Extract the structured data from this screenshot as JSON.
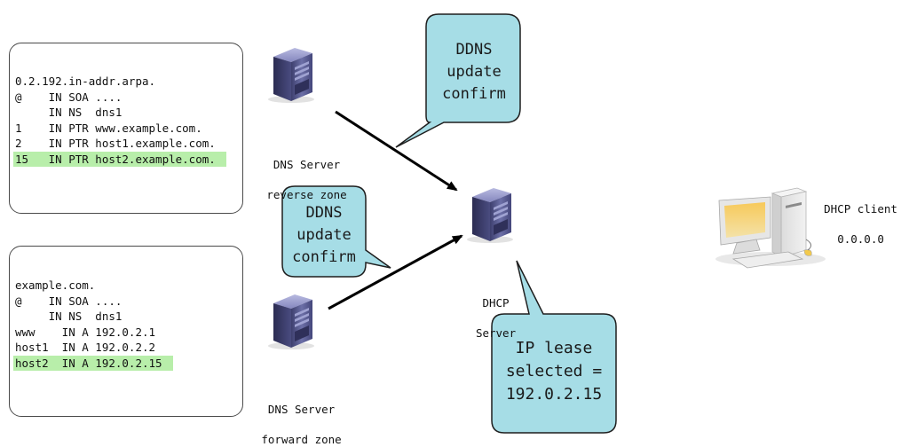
{
  "reverse_zone": {
    "lines": [
      "0.2.192.in-addr.arpa.",
      "@    IN SOA ....",
      "     IN NS  dns1",
      "1    IN PTR www.example.com.",
      "2    IN PTR host1.example.com.",
      "15   IN PTR host2.example.com."
    ],
    "highlight_index": 5
  },
  "forward_zone": {
    "lines": [
      "example.com.",
      "@    IN SOA ....",
      "     IN NS  dns1",
      "www    IN A 192.0.2.1",
      "host1  IN A 192.0.2.2",
      "host2  IN A 192.0.2.15"
    ],
    "highlight_index": 5
  },
  "servers": {
    "reverse_label": [
      "DNS Server",
      "reverse zone"
    ],
    "forward_label": [
      "DNS Server",
      "forward zone"
    ],
    "dhcp_label": [
      "DHCP",
      "Server"
    ]
  },
  "client": {
    "label": [
      "DHCP client",
      "0.0.0.0"
    ]
  },
  "bubbles": {
    "reverse_update": [
      "DDNS",
      "update",
      "confirm"
    ],
    "forward_update": [
      "DDNS",
      "update",
      "confirm"
    ],
    "lease": [
      "IP lease",
      "selected =",
      "192.0.2.15"
    ]
  },
  "colors": {
    "bubble_fill": "#a6dde6",
    "highlight": "#b8eeaa",
    "server_body": "#5c5e8e"
  }
}
